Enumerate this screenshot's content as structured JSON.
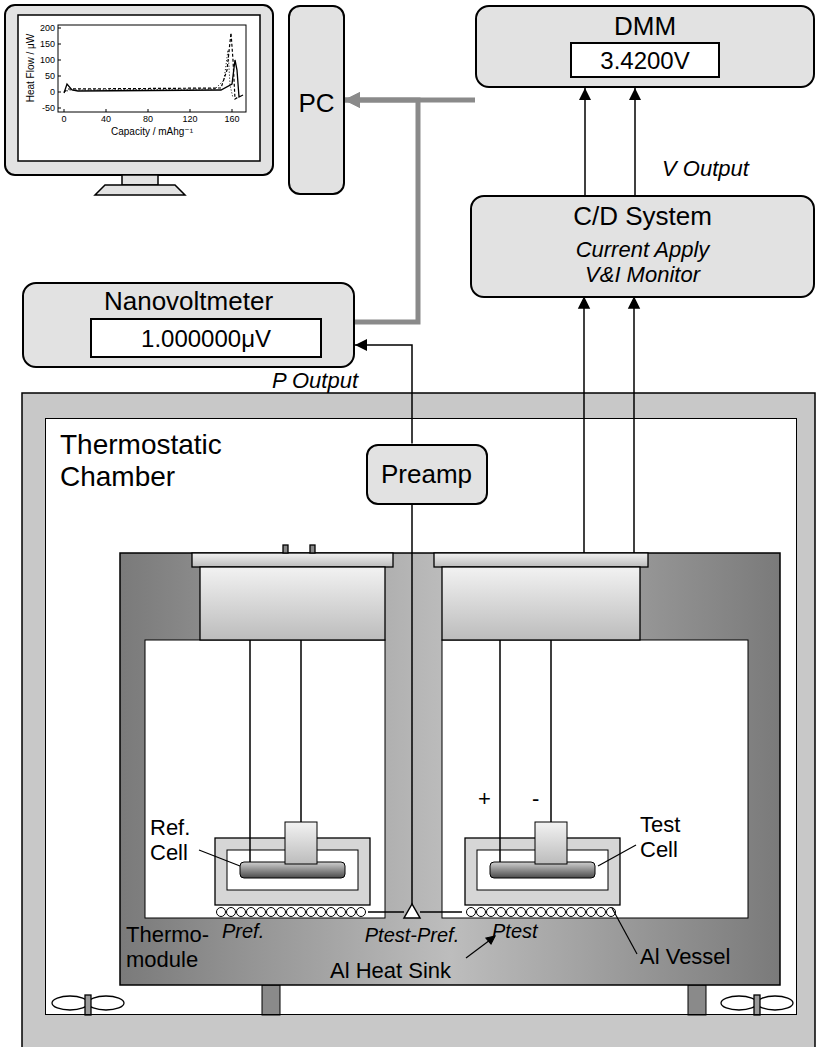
{
  "diagram": {
    "nodes": [
      {
        "text": [
          "PC"
        ]
      },
      {
        "text": [
          "DMM"
        ]
      },
      {
        "text": [
          "3.4200V"
        ],
        "in": 1
      },
      {
        "text": [
          "Nanovoltmeter"
        ]
      },
      {
        "text": [
          "1.000000μV"
        ],
        "in": 3
      },
      {
        "text": [
          "C/D System",
          "Current Apply V&I Monitor"
        ]
      },
      {
        "text": [
          "Thermostatic Chamber"
        ]
      },
      {
        "text": [
          "Preamp"
        ],
        "in": 6
      }
    ],
    "edges": [
      {
        "from": 1,
        "to": 0,
        "arrow": "to"
      },
      {
        "from": 3,
        "to": 0,
        "arrow": "to"
      },
      {
        "from": 5,
        "to": 1,
        "arrow": "to",
        "label": "V Output"
      },
      {
        "from": 5,
        "to": 1,
        "arrow": "to"
      },
      {
        "from": 7,
        "to": 3,
        "arrow": "to",
        "label": "P Output"
      }
    ],
    "labels": [
      "200",
      "150",
      "100",
      "50",
      "0",
      "-50",
      "0",
      "40",
      "80",
      "120",
      "160",
      "Heat Flow / μW",
      "Capacity / mAhg⁻¹",
      "Ref. Cell",
      "Test Cell",
      "Thermo-module",
      "Al Vessel",
      "Al Heat Sink",
      "Pref.",
      "Ptest-Pref.",
      "Ptest",
      "+",
      "-"
    ]
  }
}
